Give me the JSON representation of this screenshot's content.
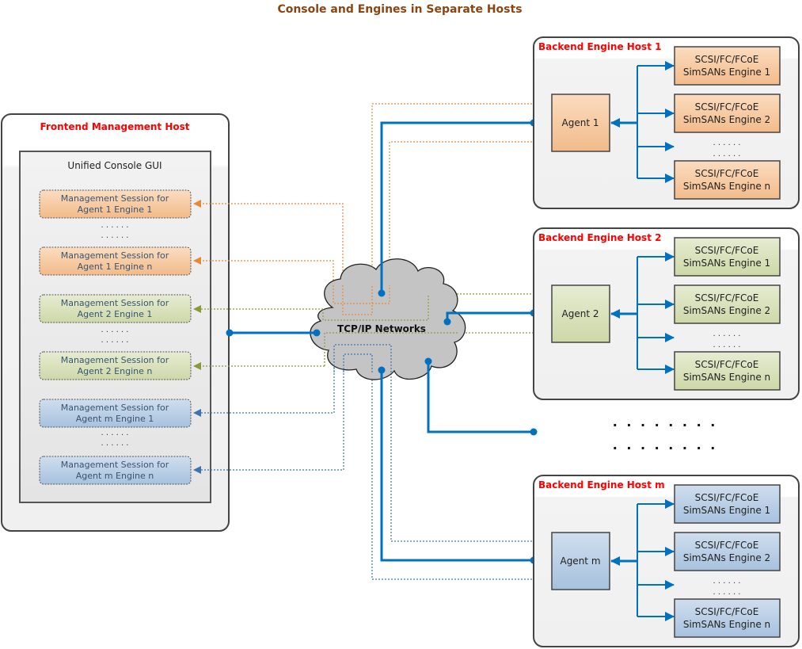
{
  "title": "Console and Engines in Separate Hosts",
  "colors": {
    "title": "#8b4513",
    "host_label": "#ff0000",
    "network_line": "#0070c0",
    "orange_fill": "#f6c9a0",
    "green_fill": "#d6e0b9",
    "blue_fill": "#b4cbe2",
    "orange_line": "#e8893a",
    "green_line": "#8a9a3a",
    "blue_line": "#3b74b0",
    "cloud": "#c4c4c4"
  },
  "frontend": {
    "label": "Frontend Management Host",
    "gui_label": "Unified Console GUI",
    "ellipsis": ". . . . . .",
    "sessions": [
      {
        "line1": "Management Session for",
        "line2": "Agent 1 Engine 1",
        "group": "orange"
      },
      {
        "line1": "Management Session for",
        "line2": "Agent 1 Engine n",
        "group": "orange"
      },
      {
        "line1": "Management Session for",
        "line2": "Agent 2 Engine 1",
        "group": "green"
      },
      {
        "line1": "Management Session for",
        "line2": "Agent 2 Engine n",
        "group": "green"
      },
      {
        "line1": "Management Session for",
        "line2": "Agent m Engine 1",
        "group": "blue"
      },
      {
        "line1": "Management Session for",
        "line2": "Agent m Engine n",
        "group": "blue"
      }
    ]
  },
  "network": {
    "label": "TCP/IP Networks"
  },
  "more_hosts_ellipsis": ". . . . . . . .",
  "backend_hosts": [
    {
      "label": "Backend Engine Host 1",
      "agent": "Agent 1",
      "group": "orange",
      "engines": [
        {
          "line1": "SCSI/FC/FCoE",
          "line2": "SimSANs Engine 1"
        },
        {
          "line1": "SCSI/FC/FCoE",
          "line2": "SimSANs Engine 2"
        },
        {
          "line1": "SCSI/FC/FCoE",
          "line2": "SimSANs Engine n"
        }
      ],
      "ellipsis": ". . . . . ."
    },
    {
      "label": "Backend Engine Host 2",
      "agent": "Agent 2",
      "group": "green",
      "engines": [
        {
          "line1": "SCSI/FC/FCoE",
          "line2": "SimSANs Engine 1"
        },
        {
          "line1": "SCSI/FC/FCoE",
          "line2": "SimSANs Engine 2"
        },
        {
          "line1": "SCSI/FC/FCoE",
          "line2": "SimSANs Engine n"
        }
      ],
      "ellipsis": ". . . . . ."
    },
    {
      "label": "Backend Engine Host m",
      "agent": "Agent m",
      "group": "blue",
      "engines": [
        {
          "line1": "SCSI/FC/FCoE",
          "line2": "SimSANs Engine 1"
        },
        {
          "line1": "SCSI/FC/FCoE",
          "line2": "SimSANs Engine 2"
        },
        {
          "line1": "SCSI/FC/FCoE",
          "line2": "SimSANs Engine n"
        }
      ],
      "ellipsis": ". . . . . ."
    }
  ]
}
